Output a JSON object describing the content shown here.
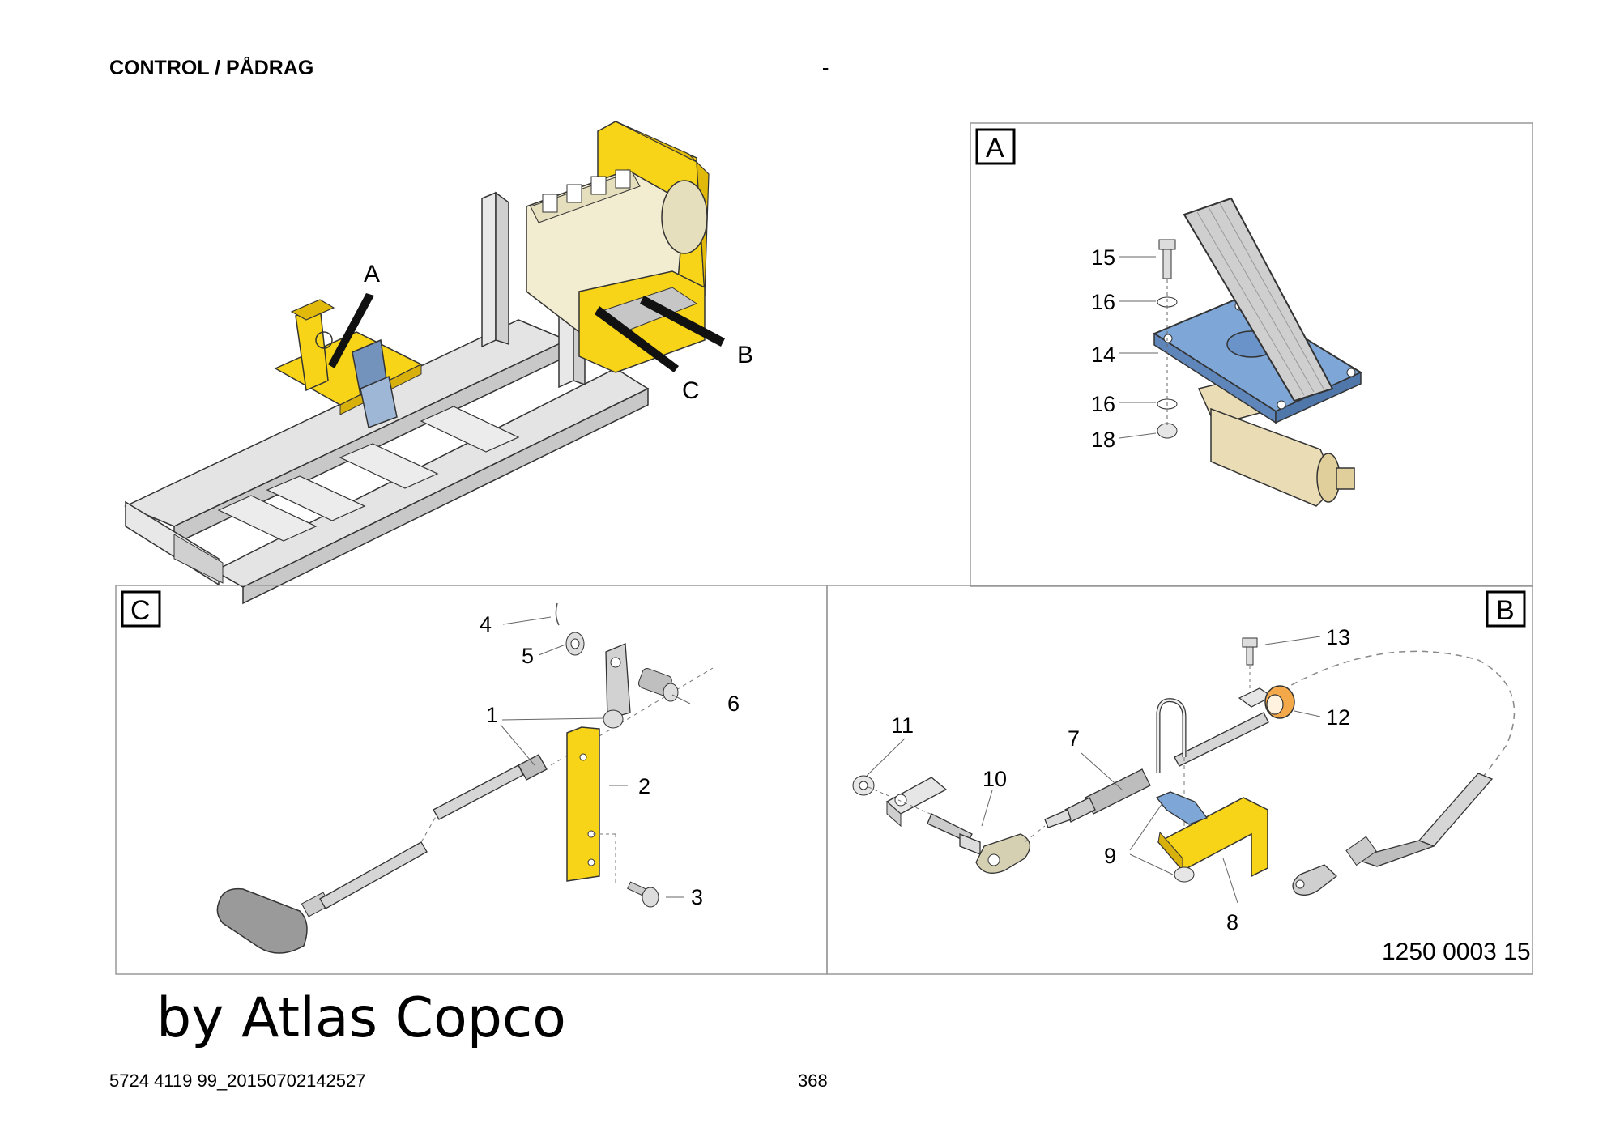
{
  "header": {
    "title": "CONTROL / PÅDRAG",
    "dash": "-"
  },
  "overview": {
    "callouts": [
      "A",
      "B",
      "C"
    ]
  },
  "panels": {
    "A": {
      "letter": "A",
      "labels": [
        "15",
        "16",
        "14",
        "16",
        "18"
      ]
    },
    "C": {
      "letter": "C",
      "labels": [
        "4",
        "5",
        "6",
        "1",
        "2",
        "3"
      ]
    },
    "B": {
      "letter": "B",
      "labels": [
        "13",
        "12",
        "11",
        "10",
        "7",
        "9",
        "8"
      ],
      "drawing_number": "1250 0003 15"
    }
  },
  "brand_text": "by Atlas Copco",
  "footer": {
    "doc_id": "5724 4119 99_20150702142527",
    "page_number": "368"
  },
  "colors": {
    "yellow": "#f7d417",
    "blue": "#7ea7d8",
    "beige": "#eadcb4",
    "frame": "#d9d9d9"
  }
}
